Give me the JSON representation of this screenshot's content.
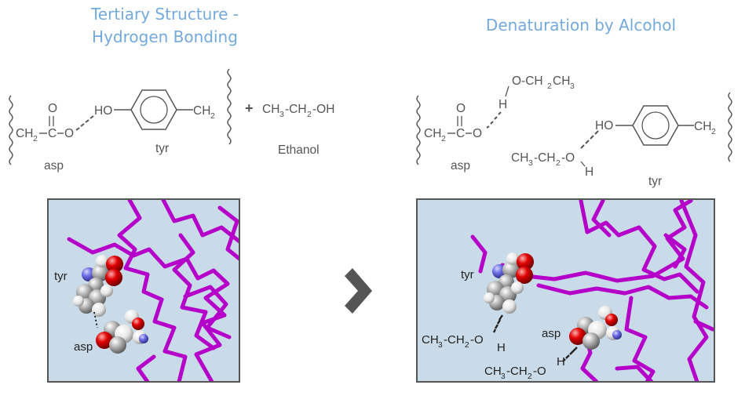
{
  "titles": {
    "left": [
      "Tertiary Structure -",
      "Hydrogen Bonding"
    ],
    "right": "Denaturation by Alcohol"
  },
  "left_scheme": {
    "carboxyl_O": "O",
    "carboxyl_C": "C",
    "ester_O": "O",
    "ch": "CH",
    "two": "2",
    "hydroxyl": "HO",
    "tyr_ch": "CH",
    "tyr_two": "2",
    "asp_label": "asp",
    "tyr_label": "tyr",
    "plus": "+",
    "ethanol_formula": [
      "CH",
      "3",
      "-CH",
      "2",
      "-OH"
    ],
    "ethanol_label": "Ethanol"
  },
  "right_scheme": {
    "top_ethanol": [
      "O-CH",
      "2",
      "CH",
      "3"
    ],
    "top_H": "H",
    "carboxyl_O": "O",
    "carboxyl_C": "C",
    "ester_O": "O",
    "ch": "CH",
    "two": "2",
    "asp_label": "asp",
    "bottom_ethanol": [
      "CH",
      "3",
      "-CH",
      "2",
      "-O"
    ],
    "bottom_H": "H",
    "hydroxyl": "HO",
    "tyr_ch": "CH",
    "tyr_two": "2",
    "tyr_label": "tyr"
  },
  "left_model": {
    "tyr_label": "tyr",
    "asp_label": "asp",
    "background": "#c9dae8",
    "chain_color": "#b400c8"
  },
  "right_model": {
    "tyr_label": "tyr",
    "asp_label": "asp",
    "ethanol_1": [
      "CH",
      "3",
      "-CH",
      "2",
      "-O",
      "H"
    ],
    "ethanol_2": [
      "CH",
      "3",
      "-CH",
      "2",
      "-O",
      "H"
    ],
    "background": "#c9dae8",
    "chain_color": "#b400c8"
  },
  "arrow": "chevron-right-icon"
}
